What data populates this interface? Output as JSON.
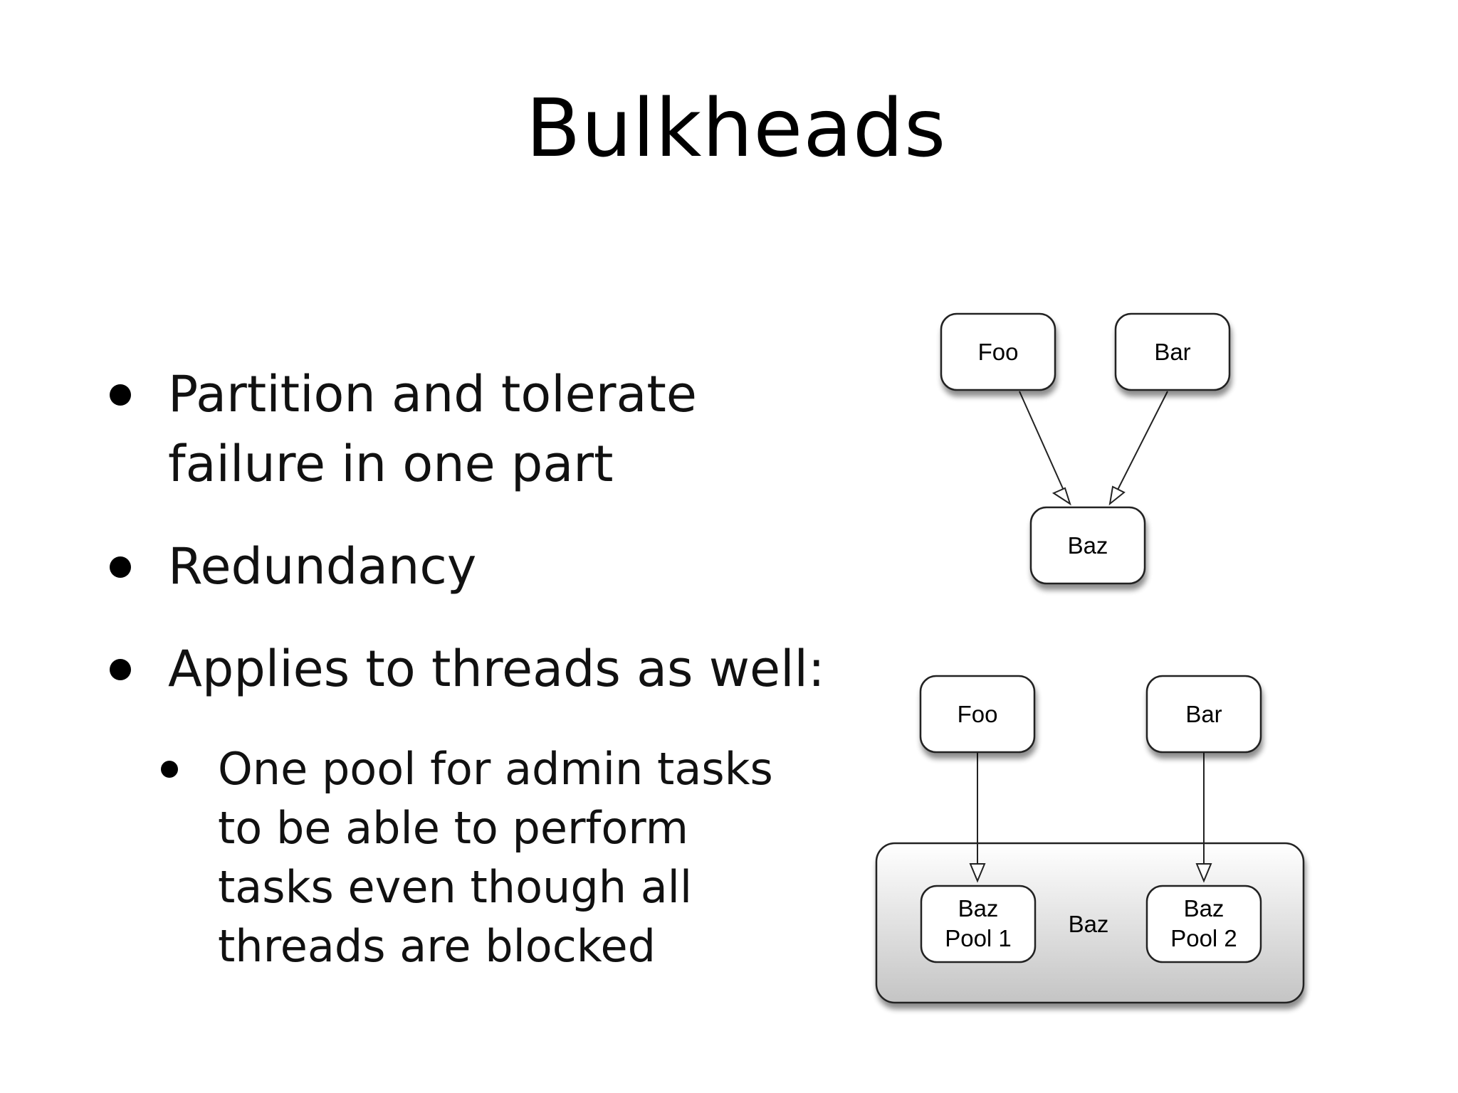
{
  "title": "Bulkheads",
  "bullets": [
    {
      "text": "Partition and tolerate failure in one part"
    },
    {
      "text": "Redundancy"
    },
    {
      "text": "Applies to threads as well:"
    }
  ],
  "sub_bullets": [
    {
      "text": "One pool for admin tasks to be able to perform tasks even though all threads are blocked"
    }
  ],
  "diagram_top": {
    "nodes": {
      "foo": "Foo",
      "bar": "Bar",
      "baz": "Baz"
    },
    "edges": [
      {
        "from": "Foo",
        "to": "Baz"
      },
      {
        "from": "Bar",
        "to": "Baz"
      }
    ]
  },
  "diagram_bottom": {
    "nodes": {
      "foo": "Foo",
      "bar": "Bar",
      "container": "Baz",
      "pool1_line1": "Baz",
      "pool1_line2": "Pool 1",
      "pool2_line1": "Baz",
      "pool2_line2": "Pool 2"
    },
    "edges": [
      {
        "from": "Foo",
        "to": "Baz Pool 1"
      },
      {
        "from": "Bar",
        "to": "Baz Pool 2"
      }
    ]
  },
  "colors": {
    "node_fill": "#ffffff",
    "node_stroke": "#222222",
    "container_gradient_top": "#ffffff",
    "container_gradient_bottom": "#c8c8c8",
    "shadow": "#9a9a9a"
  }
}
